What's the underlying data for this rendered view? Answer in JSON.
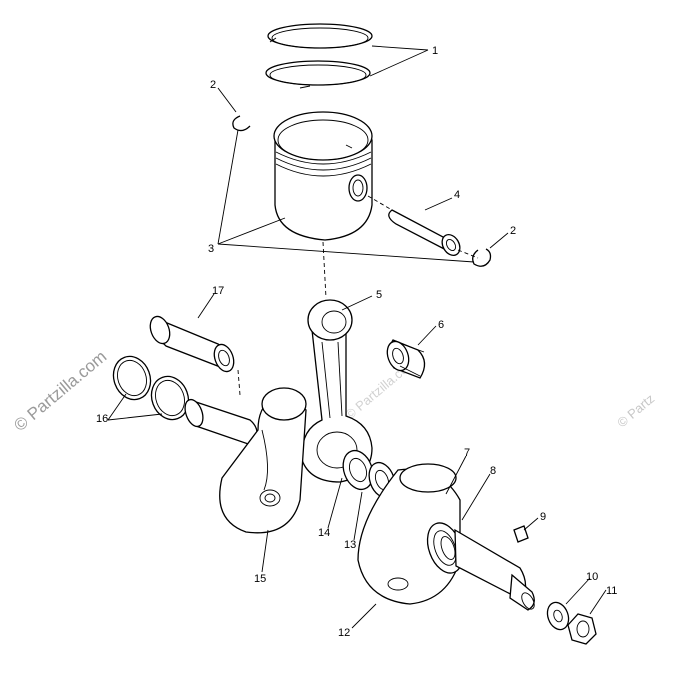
{
  "watermarks": {
    "main": "© Partzilla.com",
    "faint_left": "© Partzilla.com",
    "faint_right": "© Partz"
  },
  "callouts": {
    "c1": "1",
    "c2a": "2",
    "c2b": "2",
    "c3": "3",
    "c4": "4",
    "c5": "5",
    "c6": "6",
    "c7": "7",
    "c8": "8",
    "c9": "9",
    "c10": "10",
    "c11": "11",
    "c12": "12",
    "c13": "13",
    "c14": "14",
    "c15": "15",
    "c16": "16",
    "c17": "17"
  }
}
